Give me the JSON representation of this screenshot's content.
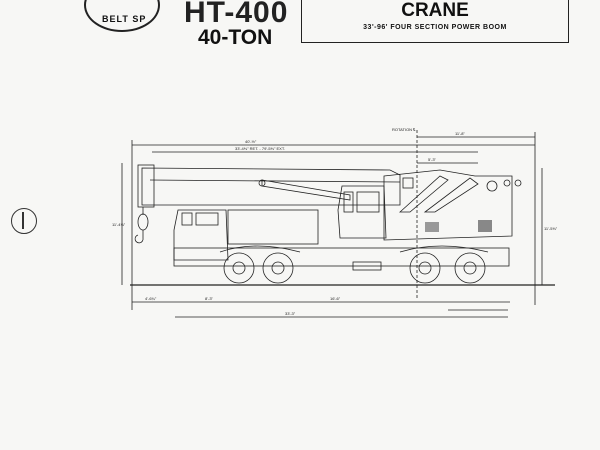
{
  "header": {
    "logo_text": "BELT SP",
    "model": "HT-400",
    "capacity": "40-TON",
    "title": "CRANE",
    "subtitle": "33'-96' FOUR SECTION POWER BOOM"
  },
  "drawing": {
    "rotation_label": "ROTATION ℄",
    "dims": {
      "overall_length": "40'-½\"",
      "boom_length": "33'-4⅜\" RET. - 79'-5⅜\" EXT.",
      "rear_overhang": "11'-8\"",
      "rotation_to_rear": "5'-3\"",
      "height_left": "11'-4⅜\"",
      "height_right": "11'-5⅜\"",
      "front_overhang": "4'-6¾\"",
      "front_axle": "8'-3\"",
      "wheelbase": "16'-6\"",
      "overall_base": "33'-3\""
    }
  }
}
